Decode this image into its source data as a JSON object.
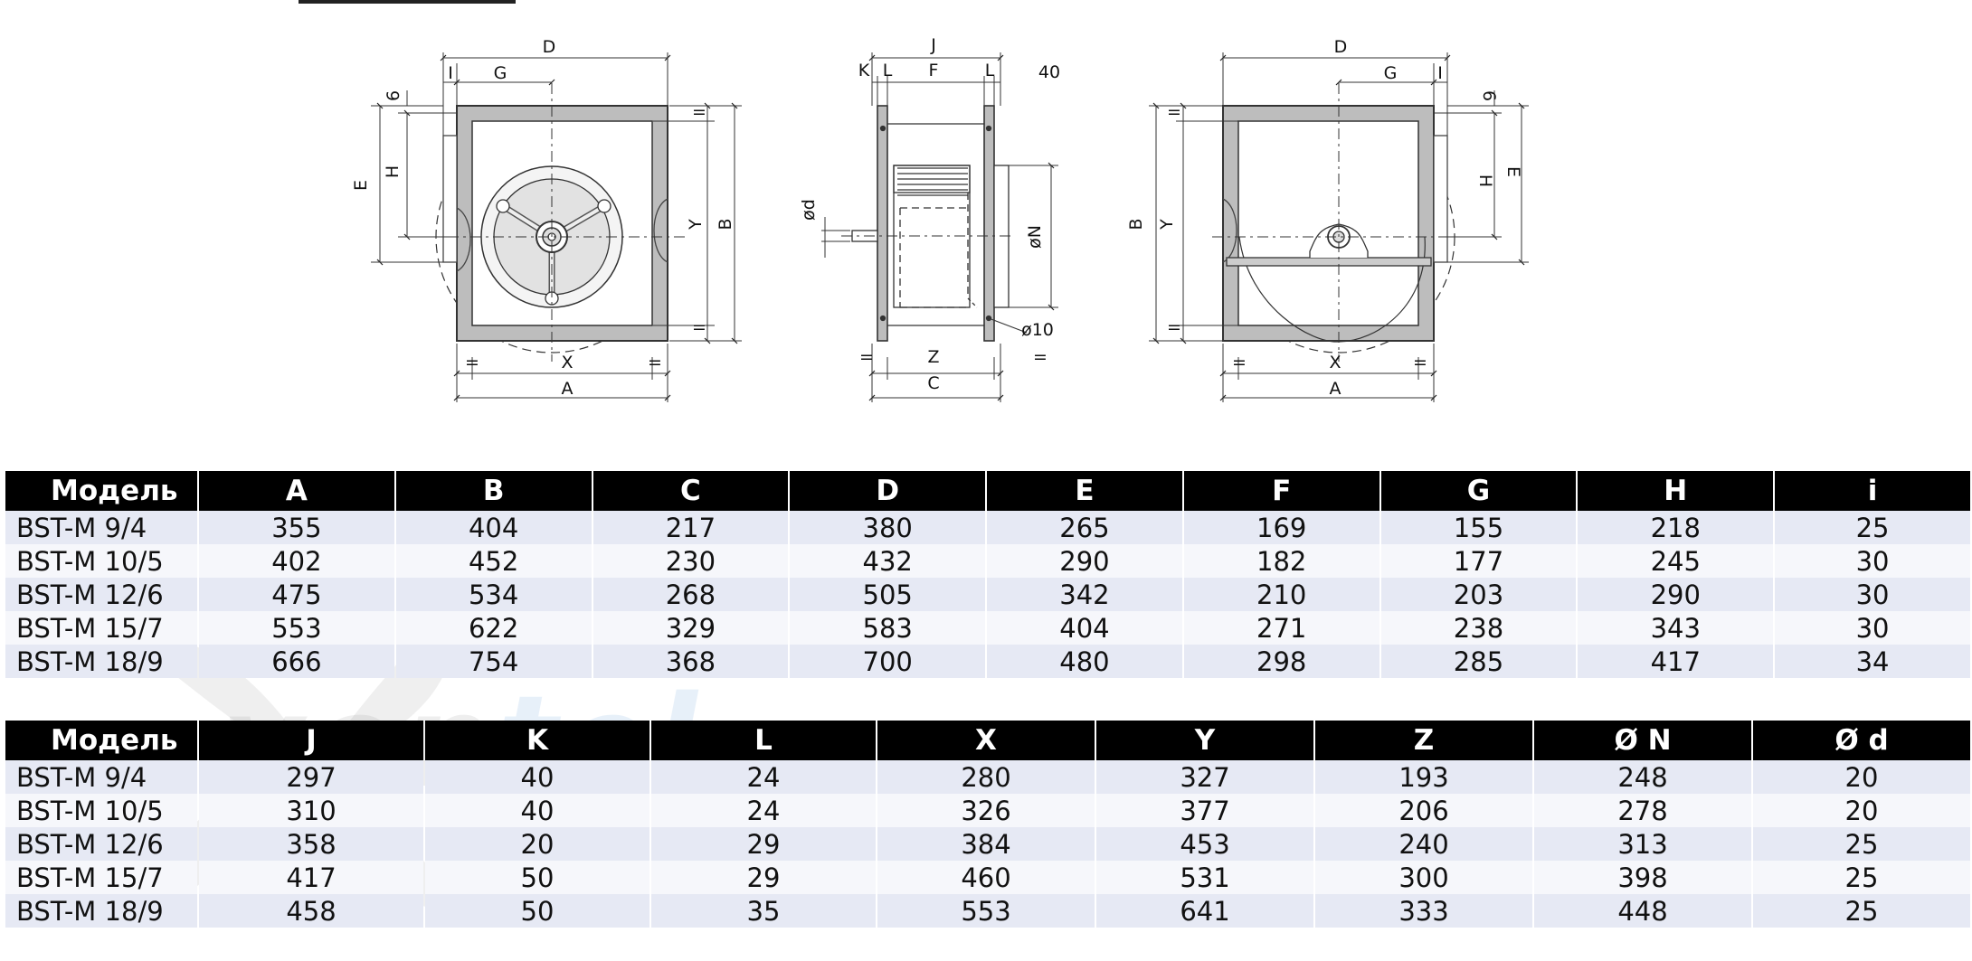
{
  "drawing": {
    "front_view": {
      "D": "D",
      "I": "I",
      "G": "G",
      "six": "6",
      "E": "E",
      "H": "H",
      "eq": "=",
      "Y": "Y",
      "B": "B",
      "X": "X",
      "A": "A"
    },
    "side_view": {
      "J": "J",
      "K": "K",
      "L": "L",
      "F": "F",
      "forty": "40",
      "d": "ød",
      "N": "øN",
      "hole": "ø10",
      "eq": "=",
      "Z": "Z",
      "C": "C"
    },
    "back_view": {
      "D": "D",
      "G": "G",
      "I": "I",
      "six": "6",
      "B": "B",
      "Y": "Y",
      "H": "H",
      "E": "E",
      "eq": "=",
      "X": "X",
      "A": "A"
    }
  },
  "watermark": {
    "text_a": "ven",
    "text_b": "tel"
  },
  "table1": {
    "headers": [
      "Модель",
      "A",
      "B",
      "C",
      "D",
      "E",
      "F",
      "G",
      "H",
      "i"
    ],
    "rows": [
      [
        "BST-M 9/4",
        "355",
        "404",
        "217",
        "380",
        "265",
        "169",
        "155",
        "218",
        "25"
      ],
      [
        "BST-M 10/5",
        "402",
        "452",
        "230",
        "432",
        "290",
        "182",
        "177",
        "245",
        "30"
      ],
      [
        "BST-M 12/6",
        "475",
        "534",
        "268",
        "505",
        "342",
        "210",
        "203",
        "290",
        "30"
      ],
      [
        "BST-M 15/7",
        "553",
        "622",
        "329",
        "583",
        "404",
        "271",
        "238",
        "343",
        "30"
      ],
      [
        "BST-M 18/9",
        "666",
        "754",
        "368",
        "700",
        "480",
        "298",
        "285",
        "417",
        "34"
      ]
    ]
  },
  "table2": {
    "headers": [
      "Модель",
      "J",
      "K",
      "L",
      "X",
      "Y",
      "Z",
      "Ø N",
      "Ø d"
    ],
    "rows": [
      [
        "BST-M 9/4",
        "297",
        "40",
        "24",
        "280",
        "327",
        "193",
        "248",
        "20"
      ],
      [
        "BST-M 10/5",
        "310",
        "40",
        "24",
        "326",
        "377",
        "206",
        "278",
        "20"
      ],
      [
        "BST-M 12/6",
        "358",
        "20",
        "29",
        "384",
        "453",
        "240",
        "313",
        "25"
      ],
      [
        "BST-M 15/7",
        "417",
        "50",
        "29",
        "460",
        "531",
        "300",
        "398",
        "25"
      ],
      [
        "BST-M 18/9",
        "458",
        "50",
        "35",
        "553",
        "641",
        "333",
        "448",
        "25"
      ]
    ]
  }
}
